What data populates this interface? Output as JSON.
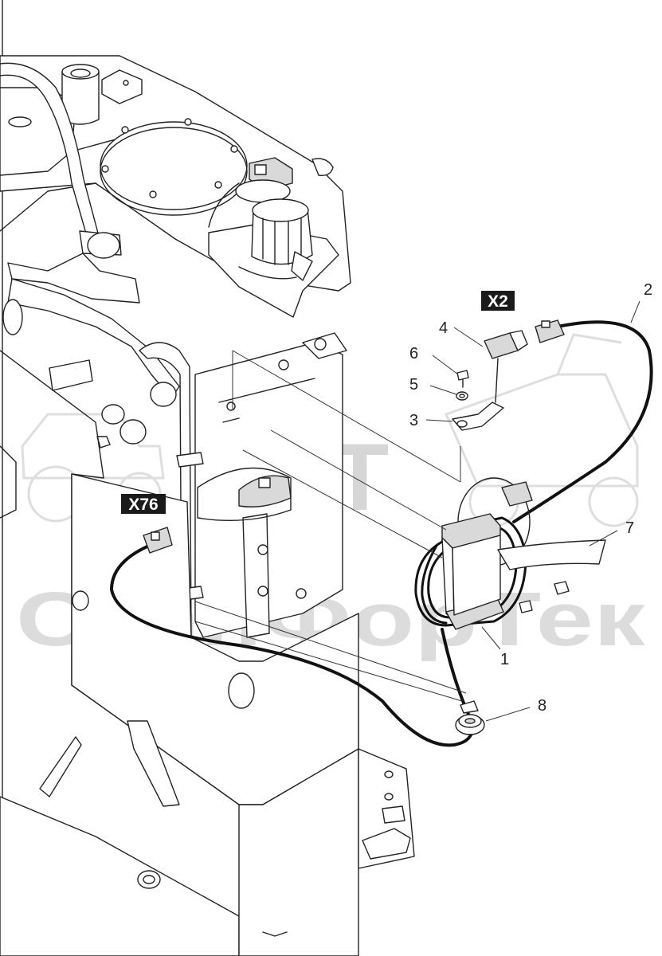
{
  "watermark": {
    "logo": "SFT",
    "company": "СканФорТек"
  },
  "connectors": {
    "x2": "X2",
    "x76": "X76"
  },
  "callouts": {
    "item_1": "1",
    "item_2": "2",
    "item_3": "3",
    "item_4": "4",
    "item_5": "5",
    "item_6": "6",
    "item_7": "7",
    "item_8": "8"
  }
}
